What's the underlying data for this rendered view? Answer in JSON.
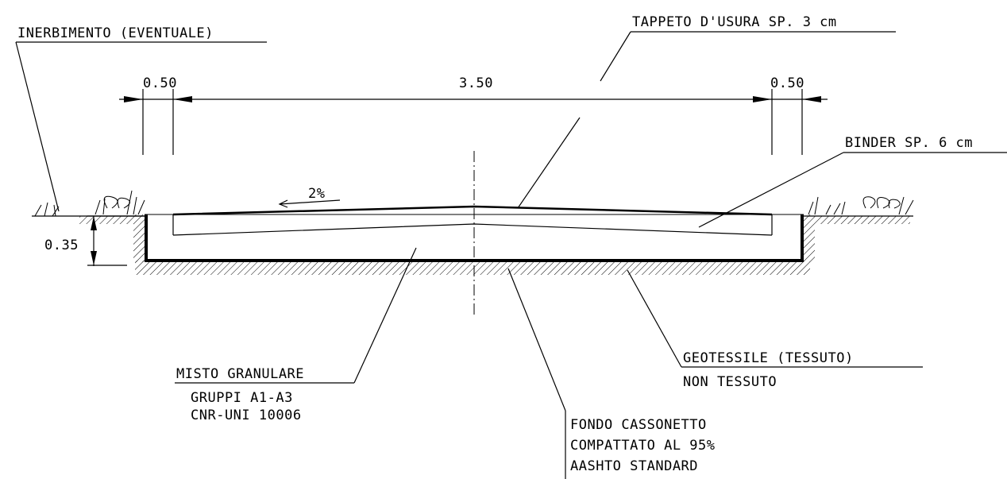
{
  "labels": {
    "inerbimento": "INERBIMENTO (EVENTUALE)",
    "tappeto": "TAPPETO D'USURA SP. 3 cm",
    "binder": "BINDER SP. 6 cm",
    "slope": "2%",
    "misto": "MISTO GRANULARE",
    "gruppi": "GRUPPI A1-A3",
    "cnr": "CNR-UNI 10006",
    "geotessile": "GEOTESSILE (TESSUTO)",
    "non_tessuto": "NON TESSUTO",
    "fondo1": "FONDO CASSONETTO",
    "fondo2": "COMPATTATO AL 95%",
    "fondo3": "AASHTO STANDARD"
  },
  "dimensions": {
    "left_shoulder": "0.50",
    "carriageway": "3.50",
    "right_shoulder": "0.50",
    "depth": "0.35"
  }
}
